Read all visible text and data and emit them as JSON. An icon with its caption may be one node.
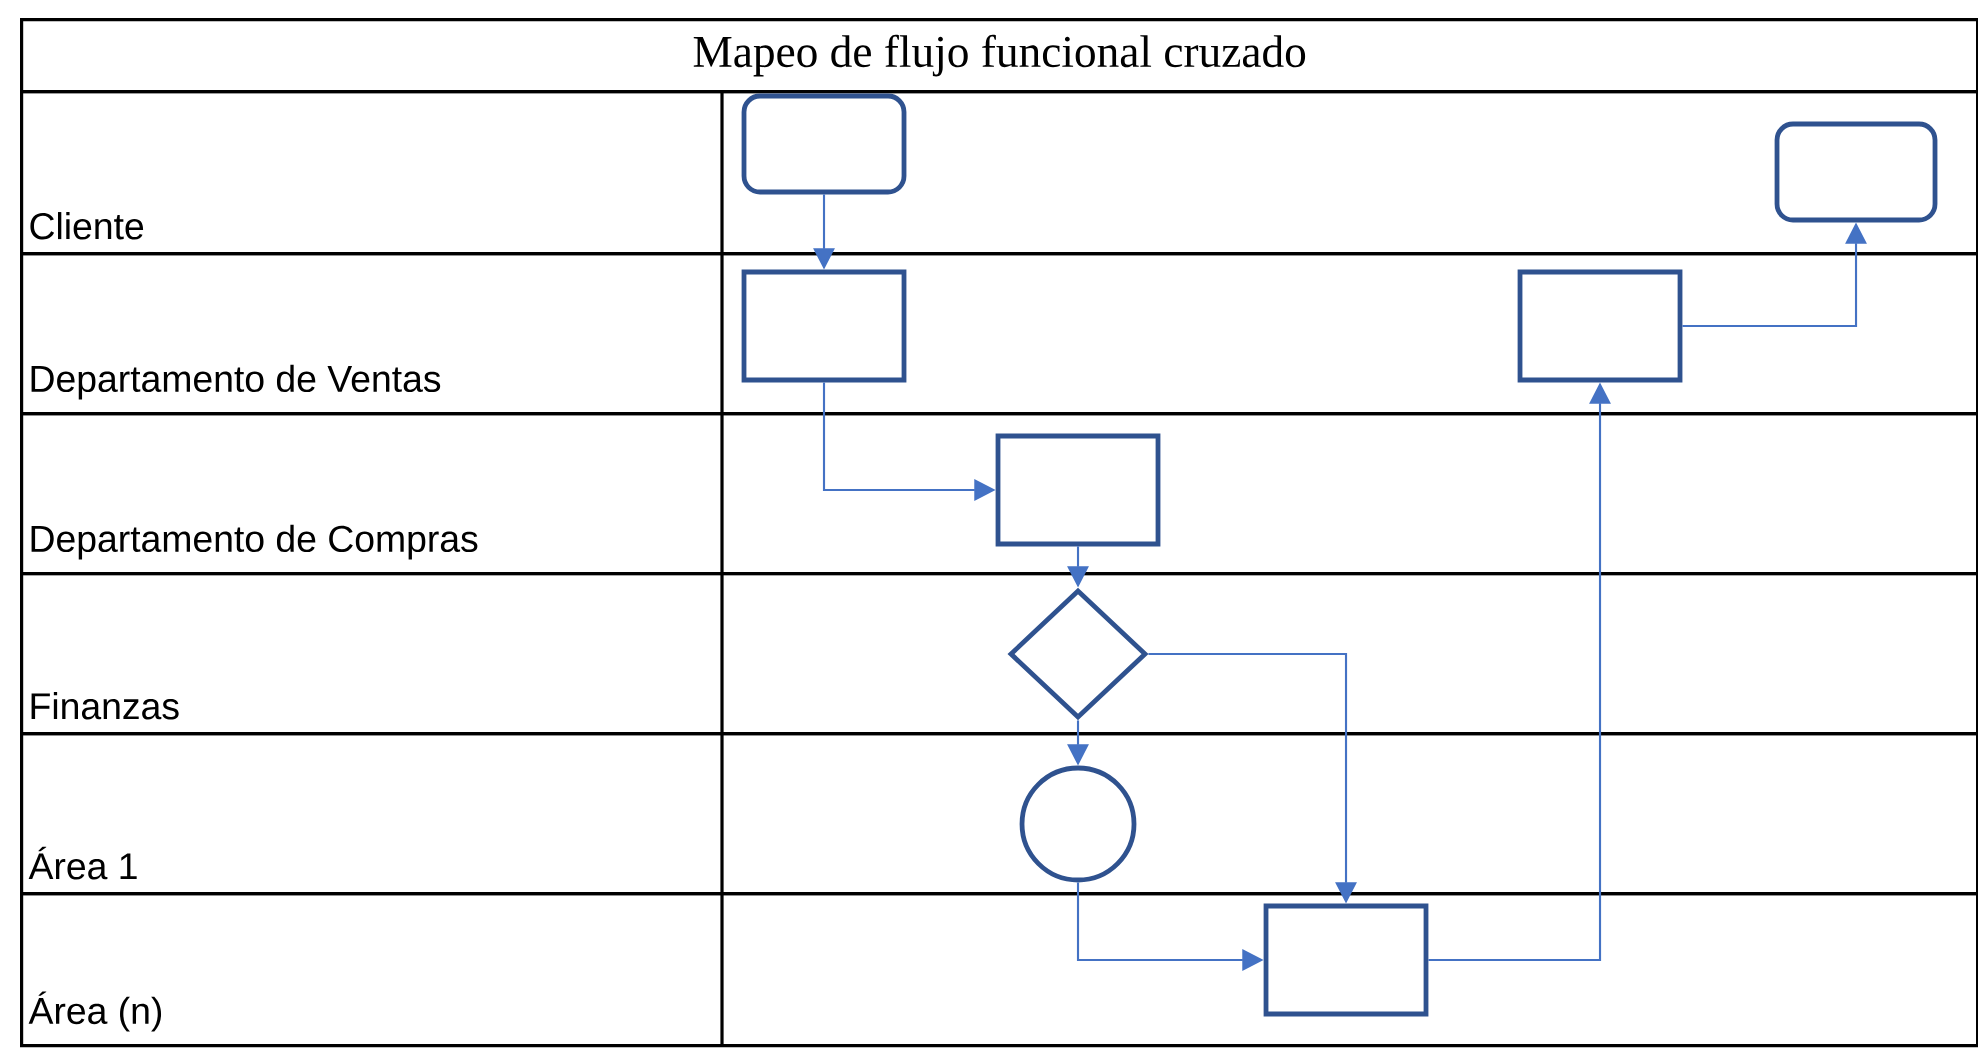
{
  "diagram": {
    "title": "Mapeo de flujo funcional cruzado",
    "nodes": [
      {
        "text": [
          "Cliente"
        ]
      },
      {
        "text": [
          "Departamento de Ventas"
        ]
      },
      {
        "text": [
          "Departamento de Compras"
        ]
      },
      {
        "text": [
          "Finanzas"
        ]
      },
      {
        "text": [
          "Área 1"
        ]
      },
      {
        "text": [
          "Área (n)"
        ]
      },
      {
        "text": [],
        "shape": "box",
        "in": 0
      },
      {
        "text": [],
        "shape": "box",
        "in": 0
      },
      {
        "text": [],
        "shape": "box",
        "in": 1
      },
      {
        "text": [],
        "shape": "box",
        "in": 1
      },
      {
        "text": [],
        "shape": "box",
        "in": 2
      },
      {
        "text": [],
        "shape": "diamond",
        "in": 3
      },
      {
        "text": [],
        "shape": "circle",
        "in": 4
      },
      {
        "text": [],
        "shape": "box",
        "in": 5
      }
    ],
    "edges": [
      {
        "from": 6,
        "to": 8,
        "arrow": "to"
      },
      {
        "from": 8,
        "to": 10,
        "arrow": "to"
      },
      {
        "from": 10,
        "to": 11,
        "arrow": "to"
      },
      {
        "from": 11,
        "to": 12,
        "arrow": "to"
      },
      {
        "from": 11,
        "to": 13,
        "arrow": "to"
      },
      {
        "from": 12,
        "to": 13,
        "arrow": "to"
      },
      {
        "from": 13,
        "to": 9,
        "arrow": "to"
      },
      {
        "from": 9,
        "to": 7,
        "arrow": "to"
      }
    ]
  }
}
